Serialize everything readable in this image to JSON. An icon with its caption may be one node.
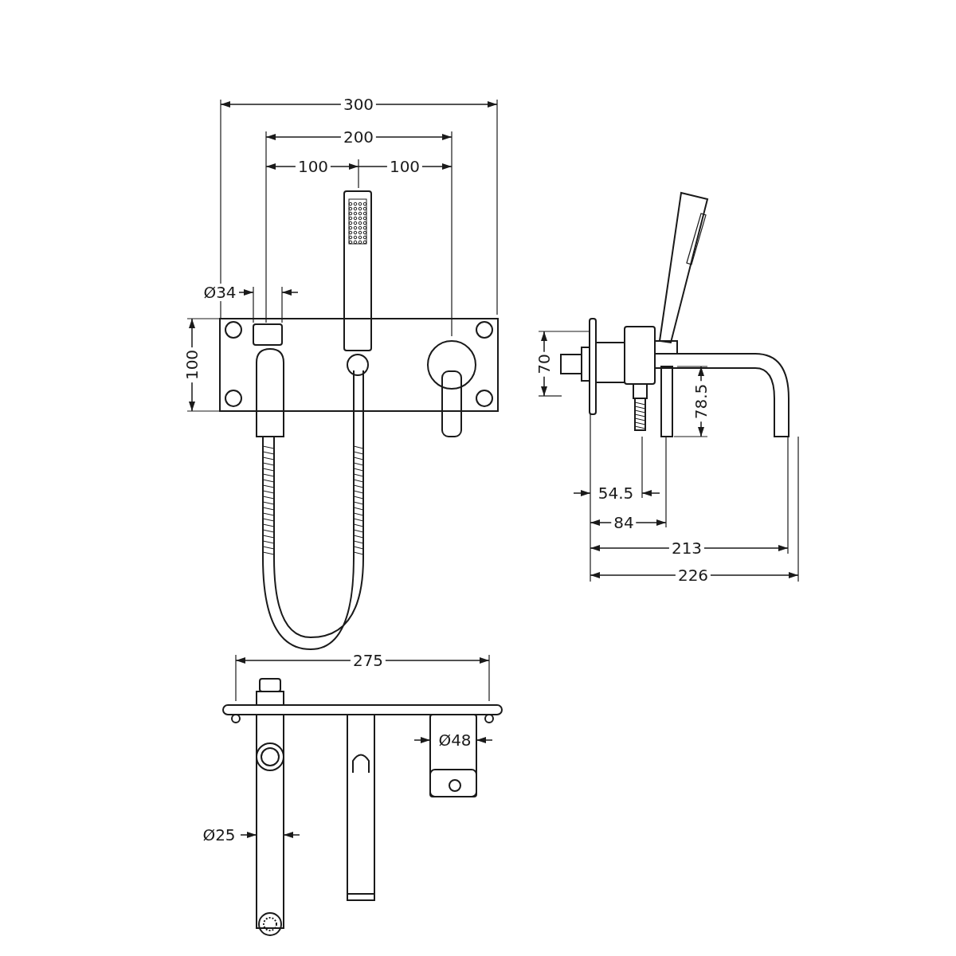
{
  "diagram": {
    "labels": [
      "300",
      "200",
      "100",
      "100",
      "Ø34",
      "100",
      "70",
      "78.5",
      "54.5",
      "84",
      "213",
      "226",
      "275",
      "Ø48",
      "Ø25"
    ]
  }
}
